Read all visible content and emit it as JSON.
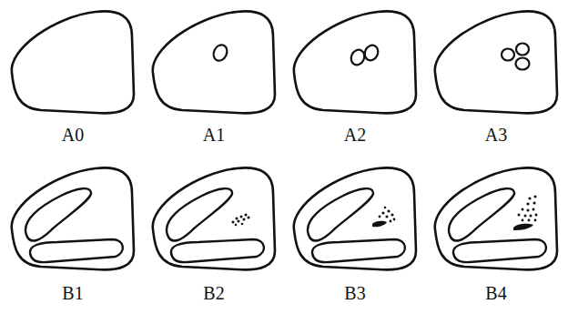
{
  "diagram": {
    "labels": [
      "A0",
      "A1",
      "A2",
      "A3",
      "B1",
      "B2",
      "B3",
      "B4"
    ]
  }
}
